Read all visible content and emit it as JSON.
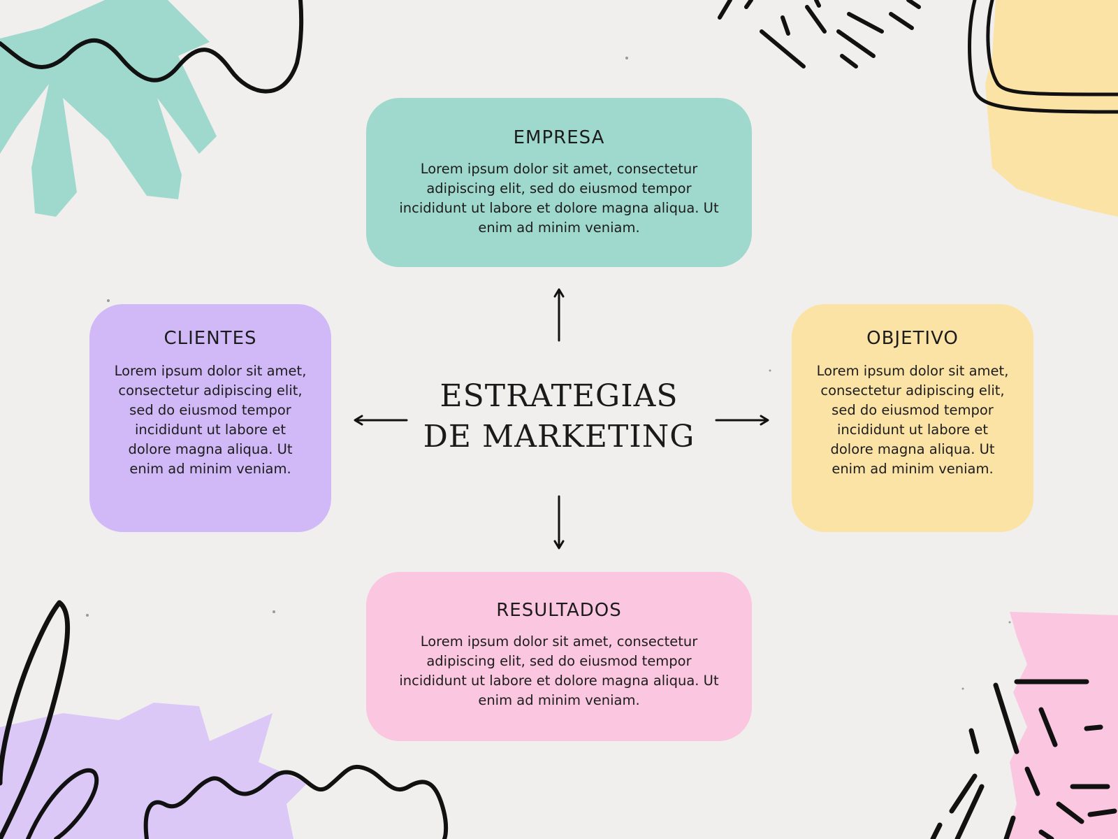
{
  "center": {
    "line1": "ESTRATEGIAS",
    "line2": "DE MARKETING"
  },
  "cards": {
    "empresa": {
      "title": "EMPRESA",
      "body": "Lorem ipsum dolor sit amet, consectetur adipiscing elit, sed do eiusmod tempor incididunt ut labore et dolore magna aliqua. Ut enim ad minim veniam.",
      "color": "#9fd9cd"
    },
    "clientes": {
      "title": "CLIENTES",
      "body": "Lorem ipsum dolor sit amet, consectetur adipiscing elit, sed do eiusmod tempor incididunt ut labore et dolore magna aliqua. Ut enim ad minim veniam.",
      "color": "#d0b9f6"
    },
    "objetivo": {
      "title": "OBJETIVO",
      "body": "Lorem ipsum dolor sit amet, consectetur adipiscing elit, sed do eiusmod tempor incididunt ut labore et dolore magna aliqua. Ut enim ad minim veniam.",
      "color": "#fbe3a6"
    },
    "resultados": {
      "title": "RESULTADOS",
      "body": "Lorem ipsum dolor sit amet, consectetur adipiscing elit, sed do eiusmod tempor incididunt ut labore et dolore magna aliqua. Ut enim ad minim veniam.",
      "color": "#fbc6df"
    }
  },
  "colors": {
    "background": "#f0efed",
    "teal": "#9fd9cd",
    "lavender": "#d0b9f6",
    "yellow": "#fbe3a6",
    "pink": "#fbc6df",
    "ink": "#1c1c1c"
  }
}
